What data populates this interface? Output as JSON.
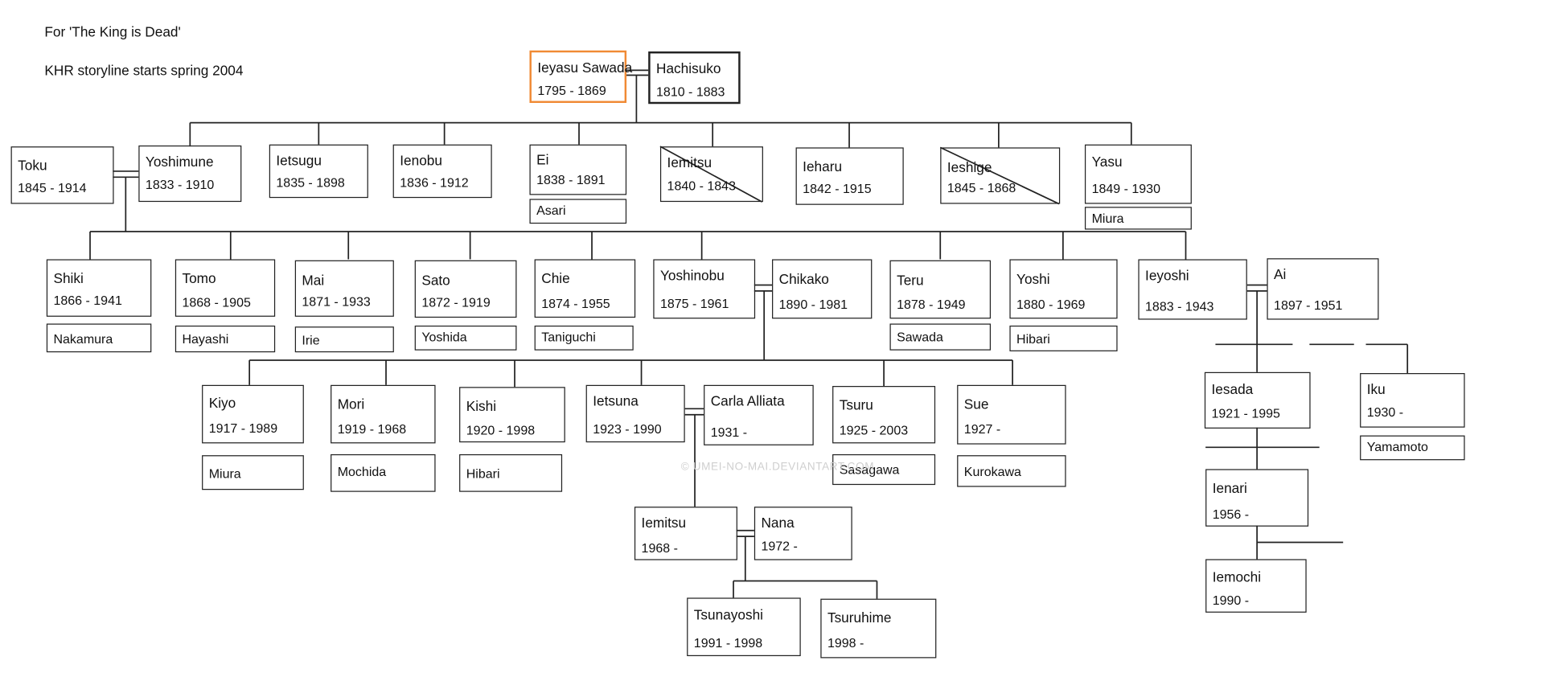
{
  "notes": {
    "line1": "For 'The King is Dead'",
    "line2": "KHR storyline starts spring 2004"
  },
  "watermark": "© UMEI-NO-MAI.DEVIANTART.COM",
  "colors": {
    "accent": "#f08a34",
    "line": "#222222"
  },
  "persons": {
    "ieyasu": {
      "name": "Ieyasu Sawada",
      "dates": "1795 - 1869"
    },
    "hachisuko": {
      "name": "Hachisuko",
      "dates": "1810 - 1883"
    },
    "toku": {
      "name": "Toku",
      "dates": "1845 - 1914"
    },
    "yoshimune": {
      "name": "Yoshimune",
      "dates": "1833 - 1910"
    },
    "ietsugu": {
      "name": "Ietsugu",
      "dates": "1835 - 1898"
    },
    "ienobu": {
      "name": "Ienobu",
      "dates": "1836 - 1912"
    },
    "ei": {
      "name": "Ei",
      "dates": "1838 - 1891",
      "surname": "Asari"
    },
    "iemitsu1": {
      "name": "Iemitsu",
      "dates": "1840 - 1843"
    },
    "ieharu": {
      "name": "Ieharu",
      "dates": "1842 - 1915"
    },
    "ieshige": {
      "name": "Ieshige",
      "dates": "1845 - 1868"
    },
    "yasu": {
      "name": "Yasu",
      "dates": "1849 - 1930",
      "surname": "Miura"
    },
    "shiki": {
      "name": "Shiki",
      "dates": "1866 - 1941",
      "surname": "Nakamura"
    },
    "tomo": {
      "name": "Tomo",
      "dates": "1868 - 1905",
      "surname": "Hayashi"
    },
    "mai": {
      "name": "Mai",
      "dates": "1871 - 1933",
      "surname": "Irie"
    },
    "sato": {
      "name": "Sato",
      "dates": "1872 - 1919",
      "surname": "Yoshida"
    },
    "chie": {
      "name": "Chie",
      "dates": "1874 - 1955",
      "surname": "Taniguchi"
    },
    "yoshinobu": {
      "name": "Yoshinobu",
      "dates": "1875 - 1961"
    },
    "chikako": {
      "name": "Chikako",
      "dates": "1890 - 1981"
    },
    "teru": {
      "name": "Teru",
      "dates": "1878 - 1949",
      "surname": "Sawada"
    },
    "yoshi": {
      "name": "Yoshi",
      "dates": "1880 - 1969",
      "surname": "Hibari"
    },
    "ieyoshi": {
      "name": "Ieyoshi",
      "dates": "1883 - 1943"
    },
    "ai": {
      "name": "Ai",
      "dates": "1897 - 1951"
    },
    "kiyo": {
      "name": "Kiyo",
      "dates": "1917 - 1989",
      "surname": "Miura"
    },
    "mori": {
      "name": "Mori",
      "dates": "1919 - 1968",
      "surname": "Mochida"
    },
    "kishi": {
      "name": "Kishi",
      "dates": "1920 -  1998",
      "surname": "Hibari"
    },
    "ietsuna": {
      "name": "Ietsuna",
      "dates": "1923 -  1990"
    },
    "carla": {
      "name": "Carla Alliata",
      "dates": "1931 -"
    },
    "tsuru": {
      "name": "Tsuru",
      "dates": "1925 -  2003",
      "surname": "Sasagawa"
    },
    "sue": {
      "name": "Sue",
      "dates": "1927 -",
      "surname": "Kurokawa"
    },
    "iesada": {
      "name": "Iesada",
      "dates": "1921 - 1995"
    },
    "iku": {
      "name": "Iku",
      "dates": "1930 -",
      "surname": "Yamamoto"
    },
    "ienari": {
      "name": "Ienari",
      "dates": "1956 -"
    },
    "iemochi": {
      "name": "Iemochi",
      "dates": "1990 -"
    },
    "iemitsu2": {
      "name": "Iemitsu",
      "dates": "1968 -"
    },
    "nana": {
      "name": "Nana",
      "dates": "1972 -"
    },
    "tsunayoshi": {
      "name": "Tsunayoshi",
      "dates": "1991 -  1998"
    },
    "tsuruhime": {
      "name": "Tsuruhime",
      "dates": "1998 -"
    }
  }
}
